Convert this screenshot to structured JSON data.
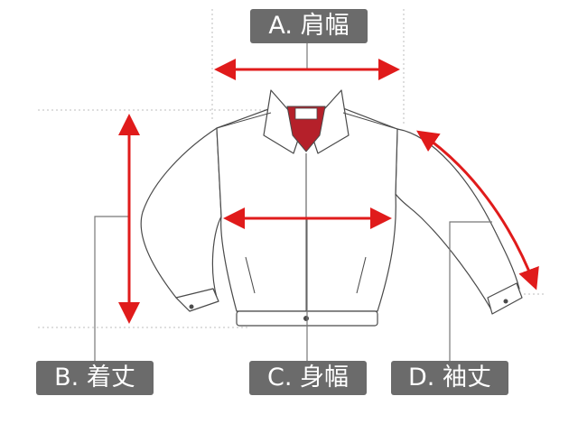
{
  "labels": {
    "shoulder_width": "A. 肩幅",
    "length": "B. 着丈",
    "body_width": "C. 身幅",
    "sleeve_length": "D. 袖丈"
  },
  "colors": {
    "arrow": "#e01b1b",
    "label_bg": "#6b6b6b",
    "label_text": "#ffffff",
    "garment_outline": "#4a4a4a",
    "garment_fill": "#ffffff",
    "collar_lining": "#b5202a",
    "guide_line": "#bdbdbd",
    "leader_line": "#777777"
  },
  "icons": {
    "garment": "blouson-jacket-icon"
  }
}
